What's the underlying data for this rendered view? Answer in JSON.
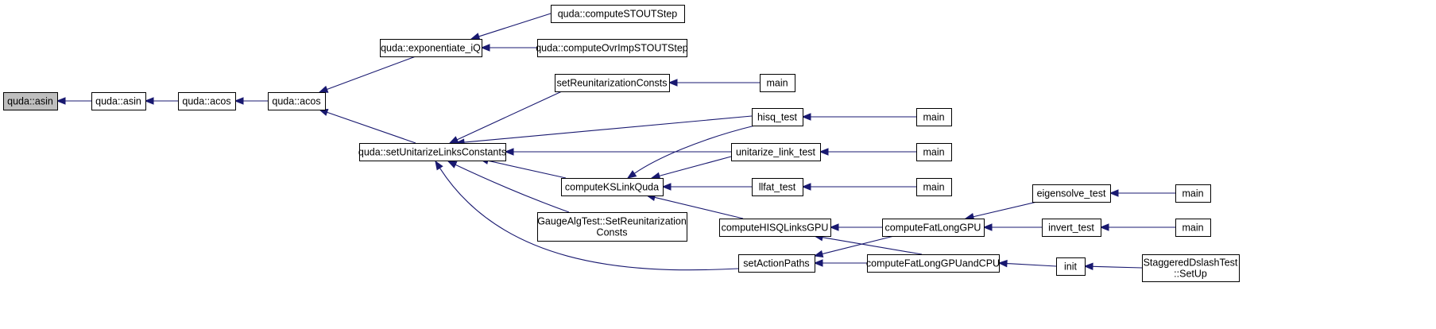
{
  "graph": {
    "nodes": [
      {
        "id": "n0",
        "lines": [
          "quda::asin"
        ],
        "current": true
      },
      {
        "id": "n1",
        "lines": [
          "quda::asin"
        ]
      },
      {
        "id": "n2",
        "lines": [
          "quda::acos"
        ]
      },
      {
        "id": "n3",
        "lines": [
          "quda::acos"
        ]
      },
      {
        "id": "n4",
        "lines": [
          "quda::exponentiate_iQ"
        ]
      },
      {
        "id": "n5",
        "lines": [
          "quda::computeSTOUTStep"
        ]
      },
      {
        "id": "n6",
        "lines": [
          "quda::computeOvrImpSTOUTStep"
        ]
      },
      {
        "id": "n7",
        "lines": [
          "quda::setUnitarizeLinksConstants"
        ]
      },
      {
        "id": "n8",
        "lines": [
          "setReunitarizationConsts"
        ]
      },
      {
        "id": "n9",
        "lines": [
          "main"
        ]
      },
      {
        "id": "n10",
        "lines": [
          "hisq_test"
        ]
      },
      {
        "id": "n11",
        "lines": [
          "main"
        ]
      },
      {
        "id": "n12",
        "lines": [
          "unitarize_link_test"
        ]
      },
      {
        "id": "n13",
        "lines": [
          "main"
        ]
      },
      {
        "id": "n14",
        "lines": [
          "computeKSLinkQuda"
        ]
      },
      {
        "id": "n15",
        "lines": [
          "llfat_test"
        ]
      },
      {
        "id": "n16",
        "lines": [
          "main"
        ]
      },
      {
        "id": "n17",
        "lines": [
          "GaugeAlgTest::SetReunitarization",
          "Consts"
        ]
      },
      {
        "id": "n18",
        "lines": [
          "computeHISQLinksGPU"
        ]
      },
      {
        "id": "n19",
        "lines": [
          "computeFatLongGPU"
        ]
      },
      {
        "id": "n20",
        "lines": [
          "eigensolve_test"
        ]
      },
      {
        "id": "n21",
        "lines": [
          "main"
        ]
      },
      {
        "id": "n22",
        "lines": [
          "invert_test"
        ]
      },
      {
        "id": "n23",
        "lines": [
          "main"
        ]
      },
      {
        "id": "n24",
        "lines": [
          "setActionPaths"
        ]
      },
      {
        "id": "n25",
        "lines": [
          "computeFatLongGPUandCPU"
        ]
      },
      {
        "id": "n26",
        "lines": [
          "init"
        ]
      },
      {
        "id": "n27",
        "lines": [
          "StaggeredDslashTest",
          "::SetUp"
        ]
      }
    ],
    "edges": [
      {
        "from": "n1",
        "to": "n0"
      },
      {
        "from": "n2",
        "to": "n1"
      },
      {
        "from": "n3",
        "to": "n2"
      },
      {
        "from": "n4",
        "to": "n3"
      },
      {
        "from": "n7",
        "to": "n3"
      },
      {
        "from": "n5",
        "to": "n4"
      },
      {
        "from": "n6",
        "to": "n4"
      },
      {
        "from": "n8",
        "to": "n7"
      },
      {
        "from": "n10",
        "to": "n7"
      },
      {
        "from": "n12",
        "to": "n7"
      },
      {
        "from": "n14",
        "to": "n7"
      },
      {
        "from": "n17",
        "to": "n7"
      },
      {
        "from": "n24",
        "to": "n7"
      },
      {
        "from": "n9",
        "to": "n8"
      },
      {
        "from": "n11",
        "to": "n10"
      },
      {
        "from": "n13",
        "to": "n12"
      },
      {
        "from": "n10",
        "to": "n14"
      },
      {
        "from": "n12",
        "to": "n14"
      },
      {
        "from": "n15",
        "to": "n14"
      },
      {
        "from": "n18",
        "to": "n14"
      },
      {
        "from": "n16",
        "to": "n15"
      },
      {
        "from": "n19",
        "to": "n18"
      },
      {
        "from": "n25",
        "to": "n18"
      },
      {
        "from": "n20",
        "to": "n19"
      },
      {
        "from": "n22",
        "to": "n19"
      },
      {
        "from": "n21",
        "to": "n20"
      },
      {
        "from": "n23",
        "to": "n22"
      },
      {
        "from": "n19",
        "to": "n24"
      },
      {
        "from": "n25",
        "to": "n24"
      },
      {
        "from": "n26",
        "to": "n25"
      },
      {
        "from": "n27",
        "to": "n26"
      }
    ]
  },
  "colors": {
    "edge": "#191970",
    "node_border": "#000000",
    "node_fill": "#ffffff",
    "current_fill": "#bfbfbf"
  }
}
